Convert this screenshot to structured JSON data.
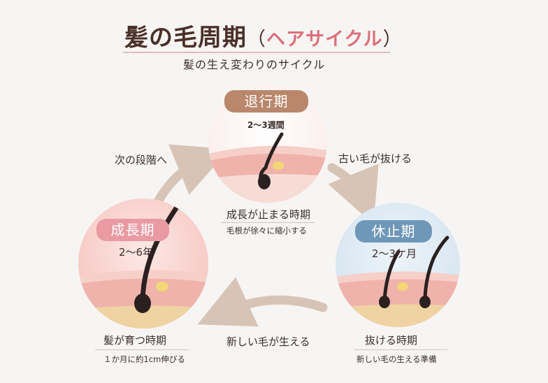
{
  "title": {
    "main": "髪の毛周期",
    "paren_open": "（",
    "sub": "ヘアサイクル",
    "paren_close": "）"
  },
  "subtitle": "髪の生え変わりのサイクル",
  "stages": {
    "catagen": {
      "name": "退行期",
      "duration": "2〜3週間",
      "caption": "成長が止まる時期",
      "note": "毛根が徐々に縮小する",
      "color": "#b9876b"
    },
    "anagen": {
      "name": "成長期",
      "duration": "2〜6年",
      "caption": "髪が育つ時期",
      "note": "１か月に約1cm伸びる",
      "color": "#e99aa2"
    },
    "telogen": {
      "name": "休止期",
      "duration": "2〜3ケ月",
      "caption": "抜ける時期",
      "note": "新しい毛の生える準備",
      "color": "#6f97b8"
    }
  },
  "arrows": {
    "to_catagen": "次の段階へ",
    "to_telogen": "古い毛が抜ける",
    "to_anagen": "新しい毛が生える"
  },
  "colors": {
    "arrow": "#d7c4b6",
    "skin": "#f0b3ac",
    "accent": "#d9707a"
  }
}
